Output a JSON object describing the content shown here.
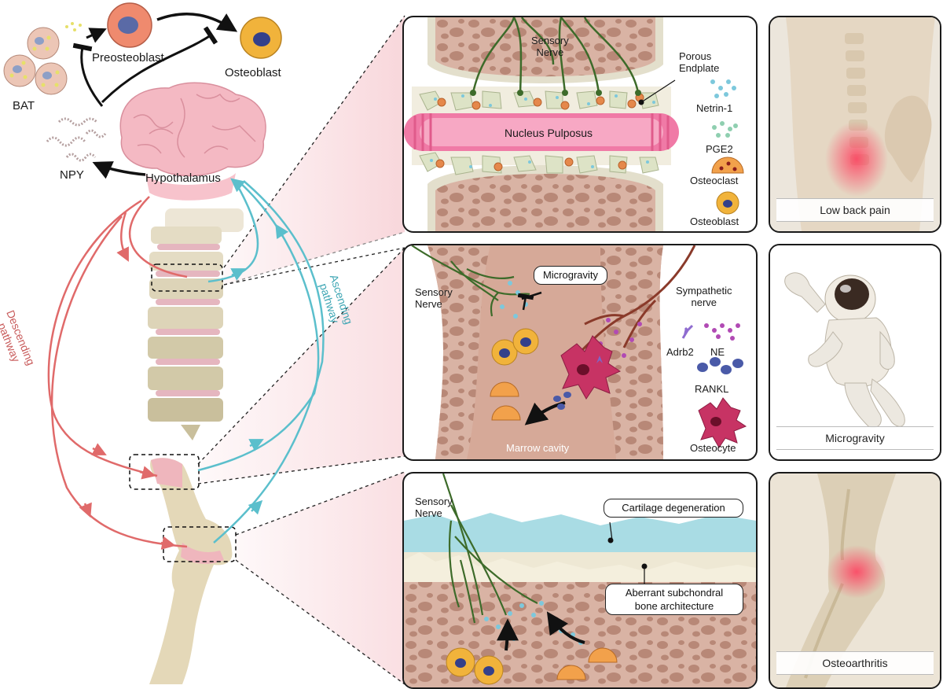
{
  "left": {
    "bat_label": "BAT",
    "preosteoblast_label": "Preosteoblast",
    "osteoblast_label": "Osteoblast",
    "npy_label": "NPY",
    "hypothalamus_label": "Hypothalamus",
    "descending_line1": "Descending",
    "descending_line2": "pathway",
    "ascending_line1": "Ascending",
    "ascending_line2": "pathway"
  },
  "spine_panel": {
    "sensory_nerve_line1": "Sensory",
    "sensory_nerve_line2": "Nerve",
    "porous_line1": "Porous",
    "porous_line2": "Endplate",
    "nucleus_label": "Nucleus Pulposus",
    "legend": [
      "Netrin-1",
      "PGE2",
      "Osteoclast",
      "Osteoblast"
    ]
  },
  "marrow_panel": {
    "sensory_nerve_line1": "Sensory",
    "sensory_nerve_line2": "Nerve",
    "microgravity_callout": "Microgravity",
    "sympathetic_line1": "Sympathetic",
    "sympathetic_line2": "nerve",
    "adrb2_label": "Adrb2",
    "ne_label": "NE",
    "rankl_label": "RANKL",
    "osteocyte_label": "Osteocyte",
    "marrow_label": "Marrow cavity"
  },
  "knee_panel": {
    "sensory_nerve_line1": "Sensory",
    "sensory_nerve_line2": "Nerve",
    "cartilage_callout": "Cartilage degeneration",
    "subchondral_line1": "Aberrant subchondral",
    "subchondral_line2": "bone architecture"
  },
  "photos": {
    "back_caption": "Low back pain",
    "astronaut_caption": "Microgravity",
    "knee_caption": "Osteoarthritis"
  },
  "colors": {
    "descending": "#e06a6a",
    "ascending": "#5bbfcc",
    "nerve": "#3d6b2a",
    "bone": "#c99a88",
    "cartilage": "#a9dce4",
    "pink": "#e8a0b8"
  }
}
